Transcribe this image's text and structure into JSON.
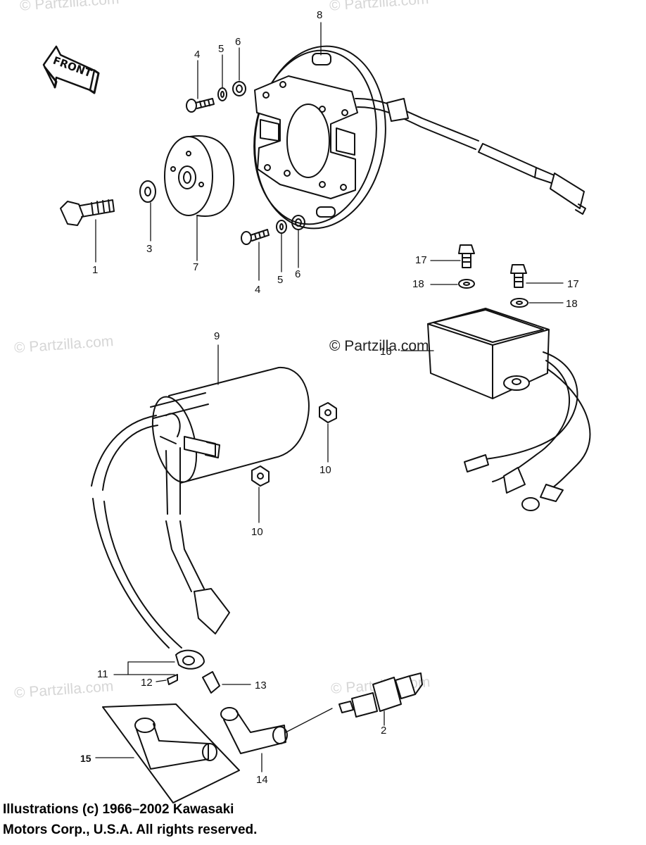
{
  "diagram": {
    "front_marker": "FRONT",
    "callouts": [
      {
        "id": "c1",
        "text": "1"
      },
      {
        "id": "c2",
        "text": "2"
      },
      {
        "id": "c3",
        "text": "3"
      },
      {
        "id": "c4a",
        "text": "4"
      },
      {
        "id": "c4b",
        "text": "4"
      },
      {
        "id": "c5a",
        "text": "5"
      },
      {
        "id": "c5b",
        "text": "5"
      },
      {
        "id": "c6a",
        "text": "6"
      },
      {
        "id": "c6b",
        "text": "6"
      },
      {
        "id": "c7",
        "text": "7"
      },
      {
        "id": "c8",
        "text": "8"
      },
      {
        "id": "c9",
        "text": "9"
      },
      {
        "id": "c10a",
        "text": "10"
      },
      {
        "id": "c10b",
        "text": "10"
      },
      {
        "id": "c11",
        "text": "11"
      },
      {
        "id": "c12",
        "text": "12"
      },
      {
        "id": "c13",
        "text": "13"
      },
      {
        "id": "c14",
        "text": "14"
      },
      {
        "id": "c15",
        "text": "15"
      },
      {
        "id": "c16",
        "text": "16"
      },
      {
        "id": "c17a",
        "text": "17"
      },
      {
        "id": "c17b",
        "text": "17"
      },
      {
        "id": "c18a",
        "text": "18"
      },
      {
        "id": "c18b",
        "text": "18"
      }
    ]
  },
  "watermarks": {
    "faint": "© Partzilla.com",
    "center": "© Partzilla.com"
  },
  "copyright": {
    "line1": "Illustrations (c) 1966–2002 Kawasaki",
    "line2": "Motors Corp., U.S.A.  All rights reserved."
  }
}
